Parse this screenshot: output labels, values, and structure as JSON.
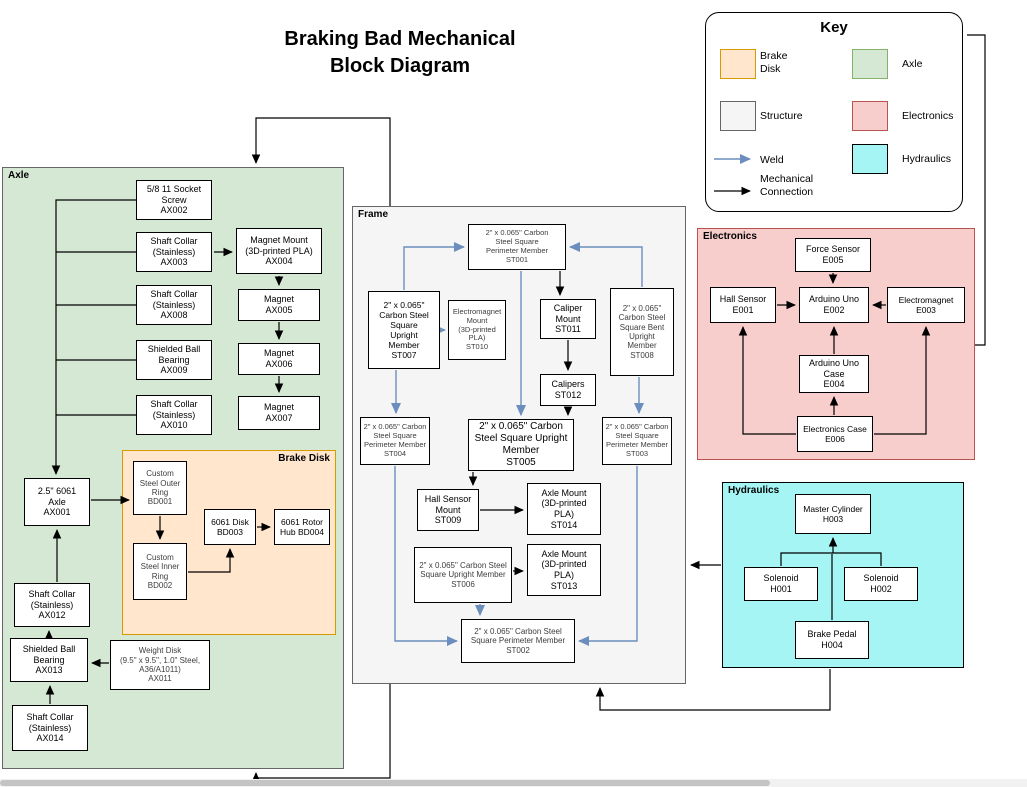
{
  "title": "Braking Bad Mechanical\nBlock Diagram",
  "key": {
    "title": "Key",
    "brake_disk": "Brake\nDisk",
    "axle": "Axle",
    "structure": "Structure",
    "electronics": "Electronics",
    "weld": "Weld",
    "hydraulics": "Hydraulics",
    "mechanical": "Mechanical\nConnection"
  },
  "regions": {
    "axle": "Axle",
    "brake_disk": "Brake Disk",
    "frame": "Frame",
    "electronics": "Electronics",
    "hydraulics": "Hydraulics"
  },
  "colors": {
    "brake_disk_fill": "#ffe6cc",
    "brake_disk_border": "#d79b00",
    "axle_fill": "#d5e8d4",
    "axle_border": "#666666",
    "structure_fill": "#f5f5f5",
    "structure_border": "#666666",
    "electronics_fill": "#f8cecc",
    "electronics_border": "#b85450",
    "hydraulics_fill": "#a5f5f5",
    "hydraulics_border": "#000000",
    "weld_arrow": "#6c8ebf",
    "mechanical_arrow": "#000000"
  },
  "boxes": {
    "AX002": "5/8 11 Socket\nScrew\nAX002",
    "AX003": "Shaft Collar\n(Stainless)\nAX003",
    "AX004": "Magnet Mount\n(3D-printed PLA)\nAX004",
    "AX008": "Shaft Collar\n(Stainless)\nAX008",
    "AX005": "Magnet\nAX005",
    "AX009": "Shielded Ball\nBearing\nAX009",
    "AX006": "Magnet\nAX006",
    "AX010": "Shaft Collar\n(Stainless)\nAX010",
    "AX007": "Magnet\nAX007",
    "AX001": "2.5\" 6061\nAxle\nAX001",
    "AX012": "Shaft Collar\n(Stainless)\nAX012",
    "AX013": "Shielded Ball\nBearing\nAX013",
    "AX014": "Shaft Collar\n(Stainless)\nAX014",
    "AX011": "Weight Disk\n(9.5\" x 9.5\", 1.0\" Steel,\nA36/A1011)\nAX011",
    "BD001": "Custom\nSteel Outer\nRing\nBD001",
    "BD003": "6061 Disk\nBD003",
    "BD004": "6061 Rotor\nHub BD004",
    "BD002": "Custom\nSteel Inner\nRing\nBD002",
    "ST001": "2\" x 0.065\" Carbon\nSteel Square\nPerimeter Member\nST001",
    "ST007": "2\" x 0.065\"\nCarbon Steel\nSquare\nUpright\nMember\nST007",
    "ST010": "Electromagnet\nMount\n(3D-printed\nPLA)\nST010",
    "ST011": "Caliper\nMount\nST011",
    "ST008": "2\" x 0.065\"\nCarbon Steel\nSquare Bent\nUpright\nMember\nST008",
    "ST012": "Calipers\nST012",
    "ST004": "2\" x 0.065\" Carbon\nSteel Square\nPerimeter Member\nST004",
    "ST005": "2\" x 0.065\" Carbon\nSteel Square Upright\nMember\nST005",
    "ST003": "2\" x 0.065\" Carbon\nSteel Square\nPerimeter Member\nST003",
    "ST009": "Hall Sensor\nMount\nST009",
    "ST014": "Axle Mount\n(3D-printed\nPLA)\nST014",
    "ST006": "2\" x 0.065\" Carbon Steel\nSquare Upright Member\nST006",
    "ST013": "Axle Mount\n(3D-printed\nPLA)\nST013",
    "ST002": "2\" x 0.065\" Carbon Steel\nSquare Perimeter Member\nST002",
    "E005": "Force Sensor\nE005",
    "E001": "Hall Sensor\nE001",
    "E002": "Arduino Uno\nE002",
    "E003": "Electromagnet\nE003",
    "E004": "Arduino Uno\nCase\nE004",
    "E006": "Electronics Case\nE006",
    "H003": "Master Cylinder\nH003",
    "H001": "Solenoid\nH001",
    "H002": "Solenoid\nH002",
    "H004": "Brake Pedal\nH004"
  }
}
